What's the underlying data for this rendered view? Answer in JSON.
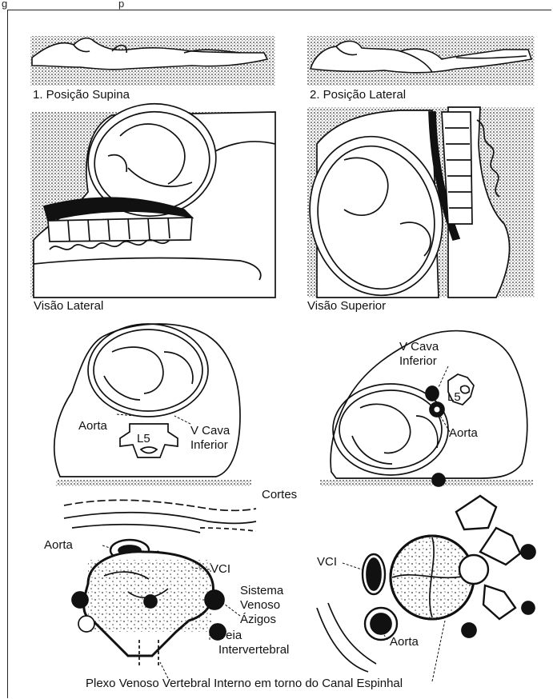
{
  "top_strip": {
    "left": "g",
    "mid": "p"
  },
  "panels": {
    "supine_caption": "1. Posição Supina",
    "lateral_caption": "2. Posição Lateral",
    "side_view_caption": "Visão Lateral",
    "top_view_caption": "Visão Superior"
  },
  "section_left": {
    "aorta": "Aorta",
    "vertebra": "L5",
    "cava_line1": "V Cava",
    "cava_line2": "Inferior"
  },
  "section_right": {
    "cava_line1": "V Cava",
    "cava_line2": "Inferior",
    "vertebra": "L5",
    "aorta": "Aorta"
  },
  "sections_caption": "Cortes",
  "bottom_left": {
    "aorta": "Aorta",
    "vci": "VCI",
    "azygos_line1": "Sistema",
    "azygos_line2": "Venoso",
    "azygos_line3": "Ázigos",
    "intervertebral_line1": "Veia",
    "intervertebral_line2": "Intervertebral"
  },
  "bottom_right": {
    "vci": "VCI",
    "aorta": "Aorta"
  },
  "plexus_caption": "Plexo Venoso Vertebral Interno em torno do Canal Espinhal",
  "colors": {
    "ink": "#111111",
    "stipple": "#9a9a9a",
    "background": "#ffffff"
  }
}
